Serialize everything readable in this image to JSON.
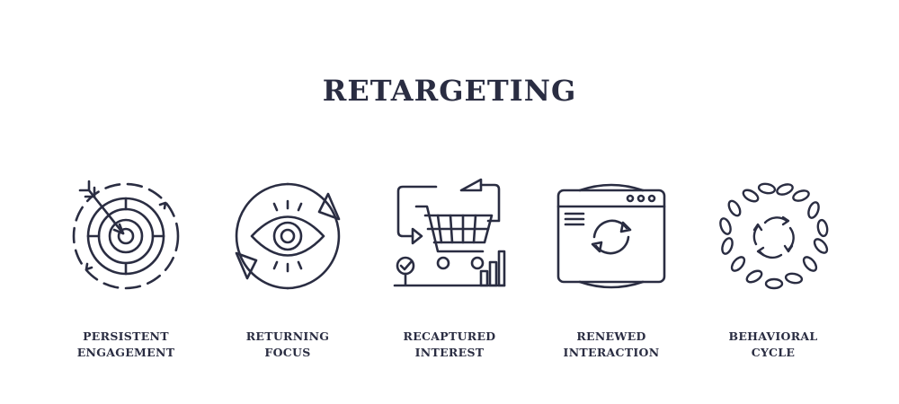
{
  "title": "RETARGETING",
  "items": [
    {
      "line1": "PERSISTENT",
      "line2": "ENGAGEMENT",
      "icon": "target-cycle-icon"
    },
    {
      "line1": "RETURNING",
      "line2": "FOCUS",
      "icon": "eye-cycle-icon"
    },
    {
      "line1": "RECAPTURED",
      "line2": "INTEREST",
      "icon": "cart-return-icon"
    },
    {
      "line1": "RENEWED",
      "line2": "INTERACTION",
      "icon": "browser-refresh-icon"
    },
    {
      "line1": "BEHAVIORAL",
      "line2": "CYCLE",
      "icon": "footsteps-cycle-icon"
    }
  ],
  "colors": {
    "ink": "#2a2d42",
    "background": "#ffffff"
  }
}
